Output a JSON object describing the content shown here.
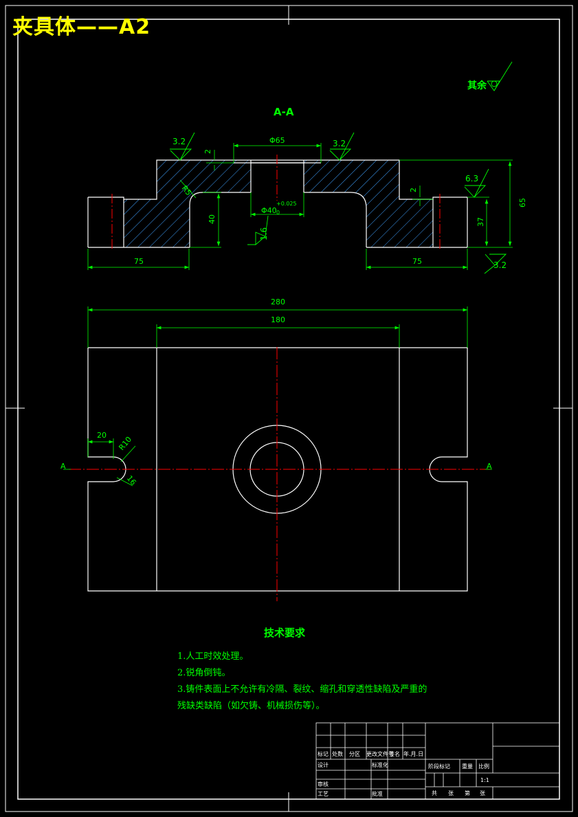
{
  "banner": {
    "title": "夹具体——A2"
  },
  "section": {
    "label": "A-A"
  },
  "roughness": {
    "other": "其余",
    "values": [
      "3.2",
      "3.2",
      "6.3",
      "3.2",
      "1.6"
    ]
  },
  "dims": {
    "phi65": "Φ65",
    "phi40": "Φ40",
    "phi40_tol": "+0.025",
    "phi40_tol_low": "0",
    "d2a": "2",
    "d2b": "2",
    "r5": "R5",
    "h40": "40",
    "h37": "37",
    "h65": "65",
    "w75a": "75",
    "w75b": "75",
    "w280": "280",
    "w180": "180",
    "w20": "20",
    "r10": "R10",
    "d16": "16",
    "markA1": "A",
    "markA2": "A"
  },
  "tech": {
    "title": "技术要求",
    "lines": [
      "1.人工时效处理。",
      "2.锐角倒钝。",
      "3.铸件表面上不允许有冷隔、裂纹、缩孔和穿透性缺陷及严重的",
      "残缺类缺陷（如欠铸、机械损伤等）。"
    ]
  },
  "titleblock": {
    "labels": [
      "标记",
      "处数",
      "分区",
      "更改文件号",
      "签名",
      "年.月.日",
      "设计",
      "标准化",
      "审核",
      "工艺",
      "批准",
      "阶段标记",
      "重量",
      "比例",
      "共",
      "张",
      "第",
      "张"
    ],
    "scale": "1:1"
  },
  "colors": {
    "outline": "#ffffff",
    "dimension": "#00ff00",
    "center": "#ff0000",
    "banner": "#ffff00"
  }
}
